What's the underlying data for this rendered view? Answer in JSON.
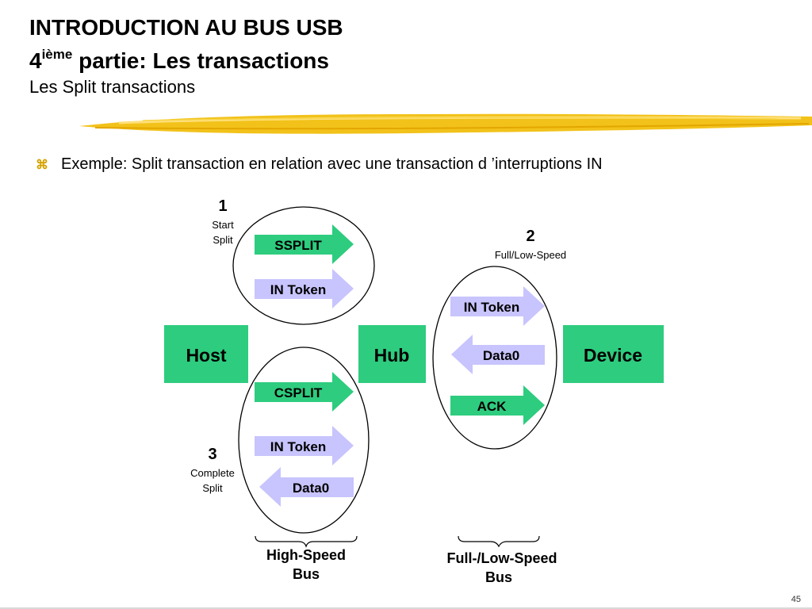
{
  "slide": {
    "title_line1": "INTRODUCTION AU BUS USB",
    "title_line2_num": "4",
    "title_line2_sup": "ième",
    "title_line2_rest": " partie: Les transactions",
    "subtitle": "Les Split transactions",
    "bullet_icon": "⌘",
    "bullet_text": "Exemple: Split transaction en relation avec une transaction d ’interruptions IN",
    "page_number": "45"
  },
  "diagram": {
    "colors": {
      "green": "#2ecc7e",
      "lavender": "#c8c4fd",
      "gold": "#f2c21a",
      "bullet": "#d4a200"
    },
    "boxes": {
      "host": "Host",
      "hub": "Hub",
      "device": "Device"
    },
    "steps": {
      "start_num": "1",
      "start_line1": "Start",
      "start_line2": "Split",
      "mid_num": "2",
      "mid_label": "Full/Low-Speed",
      "complete_num": "3",
      "complete_line1": "Complete",
      "complete_line2": "Split"
    },
    "arrows": {
      "ssplit": "SSPLIT",
      "intoken_1": "IN Token",
      "csplit": "CSPLIT",
      "intoken_2": "IN Token",
      "data0_1": "Data0",
      "intoken_3": "IN Token",
      "data0_2": "Data0",
      "ack": "ACK"
    },
    "buses": {
      "high_line1": "High-Speed",
      "high_line2": "Bus",
      "full_line1": "Full-/Low-Speed",
      "full_line2": "Bus"
    }
  }
}
